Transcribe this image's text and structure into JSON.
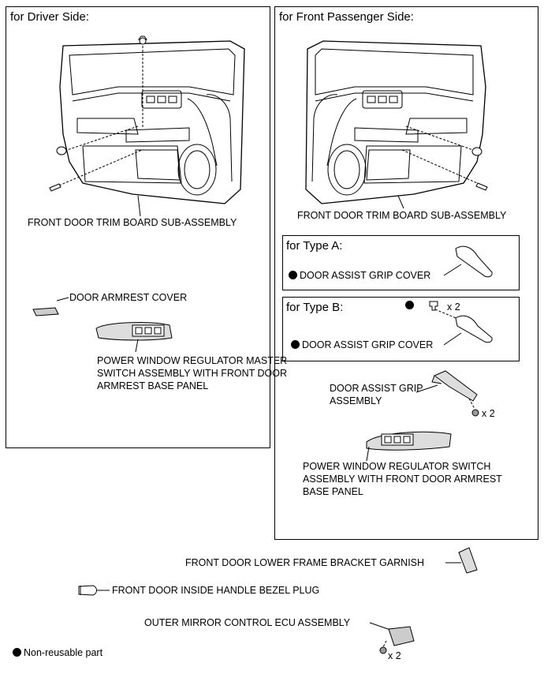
{
  "driver": {
    "header": "for Driver Side:",
    "trim_board": "FRONT DOOR TRIM BOARD SUB-ASSEMBLY",
    "armrest_cover": "DOOR ARMREST COVER",
    "master_switch": [
      "POWER WINDOW REGULATOR MASTER",
      "SWITCH ASSEMBLY WITH FRONT DOOR",
      "ARMREST BASE PANEL"
    ]
  },
  "passenger": {
    "header": "for Front Passenger Side:",
    "trim_board": "FRONT DOOR TRIM BOARD SUB-ASSEMBLY",
    "type_a": {
      "header": "for Type A:",
      "part": "DOOR ASSIST GRIP COVER"
    },
    "type_b": {
      "header": "for Type B:",
      "part": "DOOR ASSIST GRIP COVER",
      "clip_qty": "x 2"
    },
    "assist_grip": [
      "DOOR ASSIST GRIP",
      "ASSEMBLY"
    ],
    "assist_grip_qty": "x 2",
    "switch": [
      "POWER WINDOW REGULATOR SWITCH",
      "ASSEMBLY WITH FRONT DOOR ARMREST",
      "BASE PANEL"
    ]
  },
  "bottom": {
    "lower_frame_garnish": "FRONT DOOR LOWER FRAME BRACKET GARNISH",
    "handle_bezel_plug": "FRONT DOOR INSIDE HANDLE BEZEL PLUG",
    "mirror_ecu": "OUTER MIRROR CONTROL ECU ASSEMBLY",
    "mirror_ecu_qty": "x 2"
  },
  "legend": "Non-reusable part"
}
